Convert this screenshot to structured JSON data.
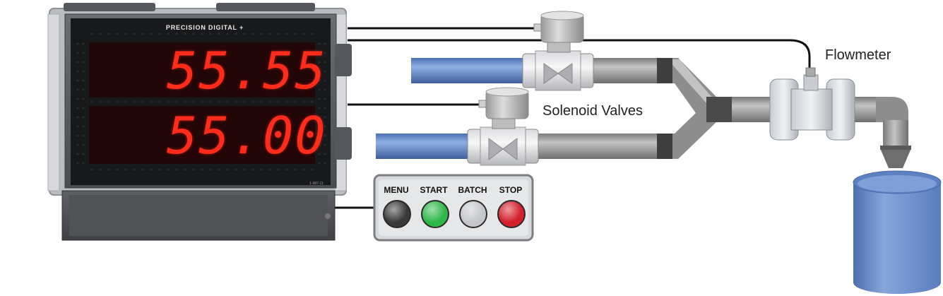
{
  "meter": {
    "brand": "PRECISION DIGITAL",
    "brand_mark": "+",
    "display_top": "55.55",
    "display_bottom": "55.00",
    "model_tag": "1-987-11"
  },
  "control_panel": {
    "buttons": [
      {
        "label": "MENU",
        "color": "#3a3a3c"
      },
      {
        "label": "START",
        "color": "#2eb84a"
      },
      {
        "label": "BATCH",
        "color": "#c5c7ca"
      },
      {
        "label": "STOP",
        "color": "#d3202c"
      }
    ]
  },
  "labels": {
    "solenoid_valves": "Solenoid Valves",
    "flowmeter": "Flowmeter"
  },
  "colors": {
    "pipe_blue": "#5a7fbf",
    "pipe_gray": "#8e8e8e",
    "tank_blue": "#6f92cf",
    "led_red": "#ff2c1c"
  }
}
